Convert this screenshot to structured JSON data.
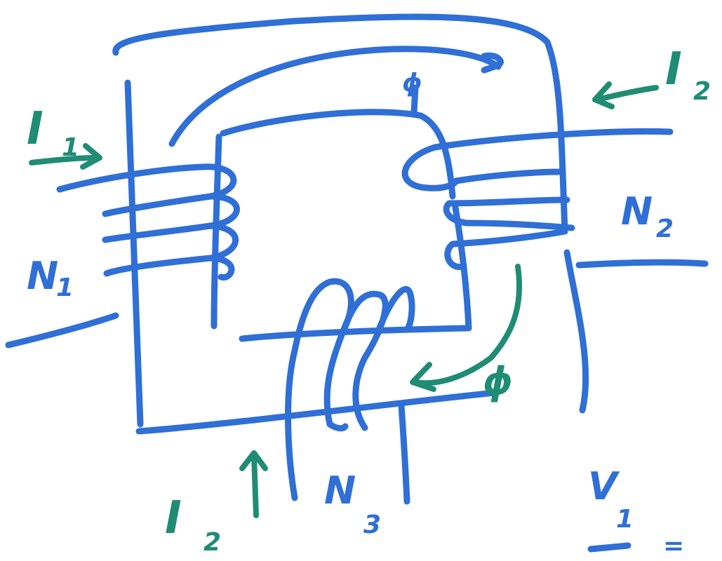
{
  "diagram": {
    "labels": {
      "I1_main": "I",
      "I1_sub": "1",
      "I2_top_main": "I",
      "I2_top_sub": "2",
      "I2_bottom_main": "I",
      "I2_bottom_sub": "2",
      "N1_main": "N",
      "N1_sub": "1",
      "N2_main": "N",
      "N2_sub": "2",
      "N3_main": "N",
      "N3_sub": "3",
      "phi_top": "ϕ",
      "phi_right": "ϕ",
      "V1_main": "V",
      "V1_sub": "1",
      "V1_equals": "="
    },
    "colors": {
      "core_ink": "#2f6fd6",
      "annotation_ink": "#1f8c74"
    }
  }
}
